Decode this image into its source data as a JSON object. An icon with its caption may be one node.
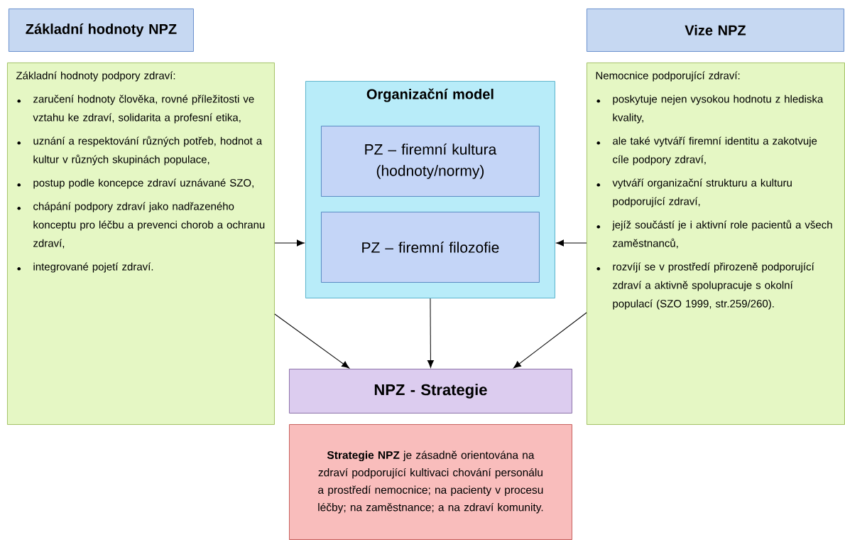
{
  "diagram": {
    "nodes": [
      {
        "text": [
          "Základní hodnoty NPZ"
        ]
      },
      {
        "text": [
          "Základní hodnoty podpory zdraví:",
          "zaručení hodnoty člověka, rovné příležitosti ve vztahu ke zdraví, solidarita a profesní etika,",
          "uznání a respektování různých potřeb, hodnot a kultur v různých skupinách populace,",
          "postup podle koncepce zdraví uznávané SZO,",
          "chápání podpory zdraví jako nadřazeného konceptu pro léčbu a prevenci chorob a ochranu zdraví,",
          "integrované pojetí zdraví."
        ]
      },
      {
        "text": [
          "Vize NPZ"
        ]
      },
      {
        "text": [
          "Nemocnice podporující zdraví:",
          "poskytuje nejen vysokou hodnotu z hlediska kvality,",
          "ale také vytváří firemní identitu a zakotvuje cíle podpory zdraví,",
          "vytváří organizační strukturu a kulturu podporující zdraví,",
          "jejíž součástí je i aktivní role pacientů a všech zaměstnanců,",
          "rozvíjí se v prostředí přirozeně podporující zdraví a aktivně spolupracuje s okolní populací (SZO 1999, str.259/260)."
        ]
      },
      {
        "text": [
          "Organizační model"
        ]
      },
      {
        "text": [
          "PZ – firemní kultura (hodnoty/normy)"
        ],
        "in": 4
      },
      {
        "text": [
          "PZ – firemní filozofie"
        ],
        "in": 4
      },
      {
        "text": [
          "NPZ - Strategie"
        ]
      },
      {
        "text": [
          "**Strategie NPZ** je zásadně orientována na zdraví podporující kultivaci chování personálu a prostředí nemocnice; na pacienty v procesu léčby; na zaměstnance; a na zdraví komunity."
        ]
      }
    ],
    "edges": [
      {
        "from": 1,
        "to": 4,
        "arrow": "to"
      },
      {
        "from": 3,
        "to": 4,
        "arrow": "to"
      },
      {
        "from": 4,
        "to": 7,
        "arrow": "to"
      },
      {
        "from": 1,
        "to": 7,
        "arrow": "to"
      },
      {
        "from": 3,
        "to": 7,
        "arrow": "to"
      }
    ]
  }
}
